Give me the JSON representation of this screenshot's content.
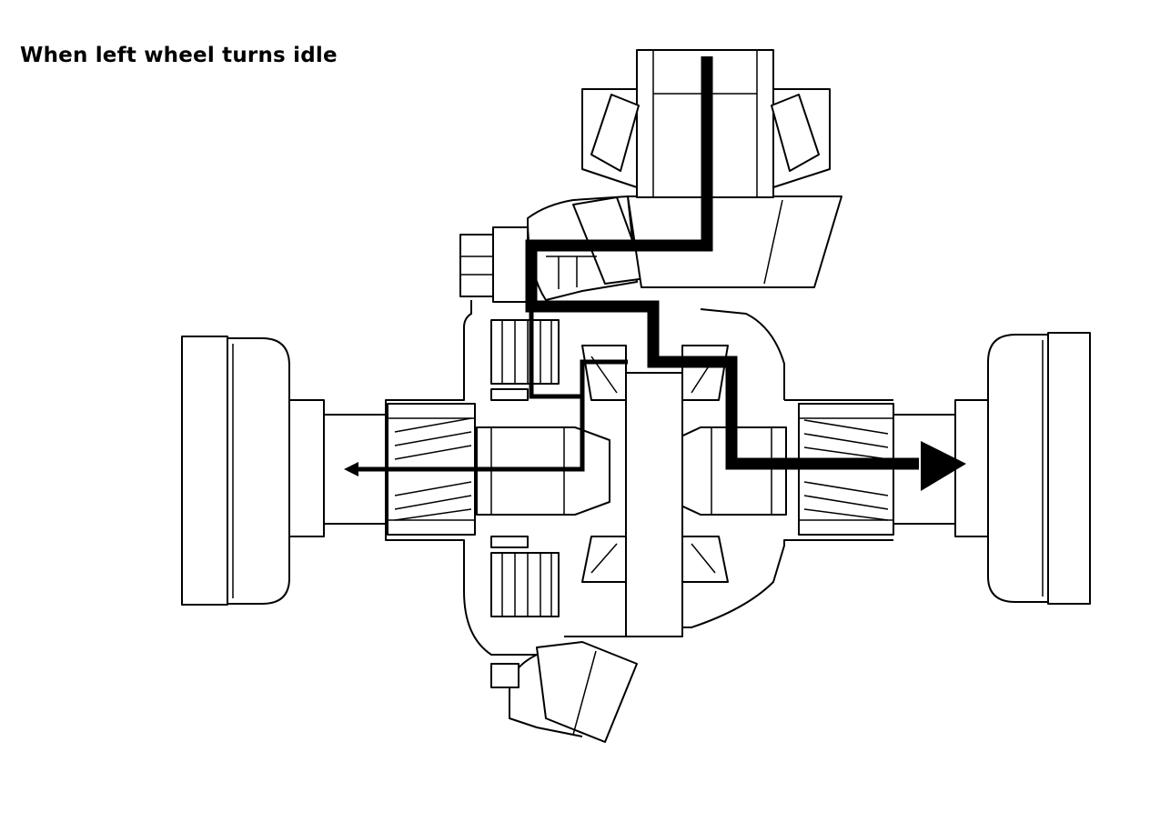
{
  "diagram": {
    "title": "When left wheel turns idle",
    "colors": {
      "line": "#000000",
      "background": "#ffffff"
    },
    "parts": [
      "drive-pinion-shaft",
      "pinion-bearing-upper",
      "ring-gear",
      "differential-case",
      "pinion-mate-shaft",
      "side-gear-left",
      "side-gear-right",
      "axle-shaft-left",
      "axle-shaft-right",
      "wheel-hub-left",
      "wheel-hub-right",
      "clutch-pack-upper",
      "clutch-pack-lower"
    ],
    "power_flow": {
      "source": "drive-pinion-shaft",
      "main_output": "axle-shaft-right",
      "minor_output": "axle-shaft-left"
    }
  }
}
